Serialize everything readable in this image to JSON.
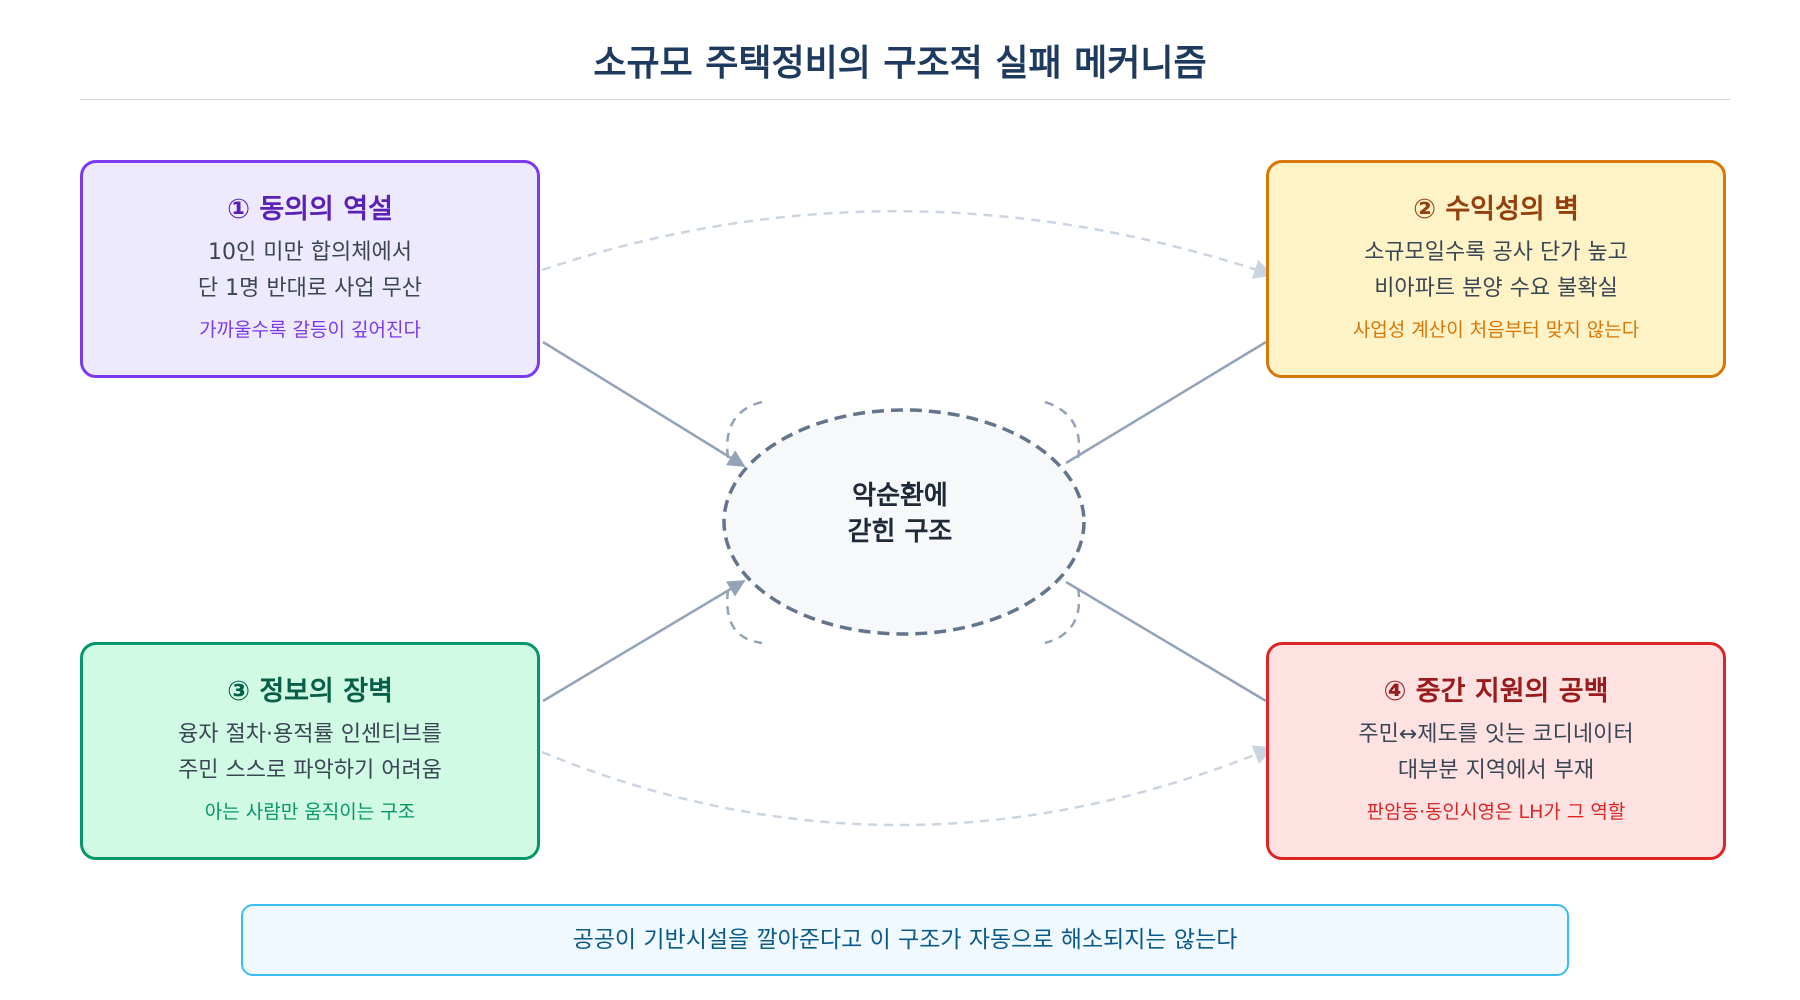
{
  "title": "소규모 주택정비의 구조적 실패 메커니즘",
  "center": {
    "line1": "악순환에",
    "line2": "갇힌 구조"
  },
  "boxes": [
    {
      "title": "① 동의의 역설",
      "line1": "10인 미만 합의체에서",
      "line2": "단 1명 반대로 사업 무산",
      "note": "가까울수록 갈등이 깊어진다"
    },
    {
      "title": "② 수익성의 벽",
      "line1": "소규모일수록 공사 단가 높고",
      "line2": "비아파트 분양 수요 불확실",
      "note": "사업성 계산이 처음부터 맞지 않는다"
    },
    {
      "title": "③ 정보의 장벽",
      "line1": "융자 절차·용적률 인센티브를",
      "line2": "주민 스스로 파악하기 어려움",
      "note": "아는 사람만 움직이는 구조"
    },
    {
      "title": "④ 중간 지원의 공백",
      "line1": "주민↔제도를 잇는 코디네이터",
      "line2": "대부분 지역에서 부재",
      "note": "판암동·동인시영은 LH가 그 역할"
    }
  ],
  "footer": "공공이 기반시설을 깔아준다고 이 구조가 자동으로 해소되지는 않는다",
  "colors": {
    "title": "#1e3a5f",
    "box1_border": "#7c3aed",
    "box2_border": "#d97706",
    "box3_border": "#059669",
    "box4_border": "#dc2626",
    "center_border": "#64748b",
    "arrow": "#94a3b8",
    "footer_border": "#38bdf8"
  }
}
